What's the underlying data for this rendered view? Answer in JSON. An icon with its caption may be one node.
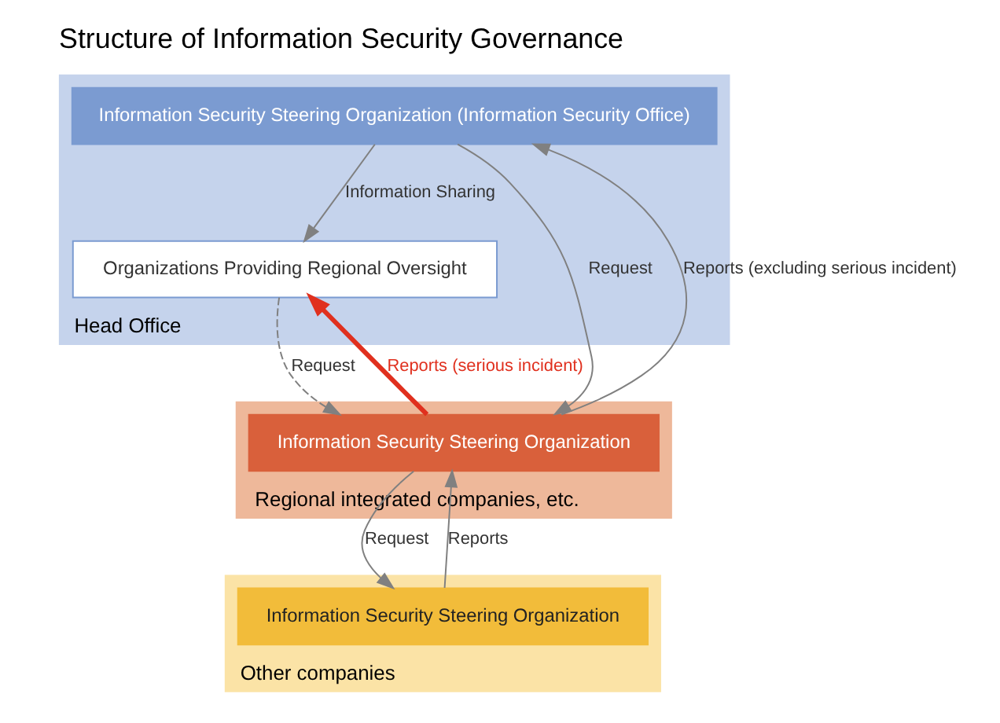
{
  "diagram": {
    "title": "Structure of Information Security Governance",
    "nodes": [
      {
        "text": [
          "Head Office"
        ]
      },
      {
        "text": [
          "Information Security Steering Organization (Information Security Office)"
        ],
        "in": 0
      },
      {
        "text": [
          "Organizations Providing Regional Oversight"
        ],
        "in": 0
      },
      {
        "text": [
          "Regional integrated companies, etc."
        ]
      },
      {
        "text": [
          "Information Security Steering Organization"
        ],
        "in": 3
      },
      {
        "text": [
          "Other companies"
        ]
      },
      {
        "text": [
          "Information Security Steering Organization"
        ],
        "in": 5
      }
    ],
    "edges": [
      {
        "from": 1,
        "to": 4,
        "arrow": "to",
        "label": "Request"
      },
      {
        "from": 4,
        "to": 1,
        "arrow": "to",
        "label": "Reports (excluding serious incident)"
      },
      {
        "from": 1,
        "to": 2,
        "arrow": "to",
        "label": "Information Sharing"
      },
      {
        "from": 4,
        "to": 2,
        "arrow": "to",
        "label": "Reports (serious incident)",
        "style": "thick",
        "color": "#e0301e"
      },
      {
        "from": 2,
        "to": 4,
        "arrow": "to",
        "label": "Request",
        "style": "dashed"
      },
      {
        "from": 4,
        "to": 6,
        "arrow": "to",
        "label": "Request"
      },
      {
        "from": 6,
        "to": 4,
        "arrow": "to",
        "label": "Reports"
      }
    ]
  }
}
